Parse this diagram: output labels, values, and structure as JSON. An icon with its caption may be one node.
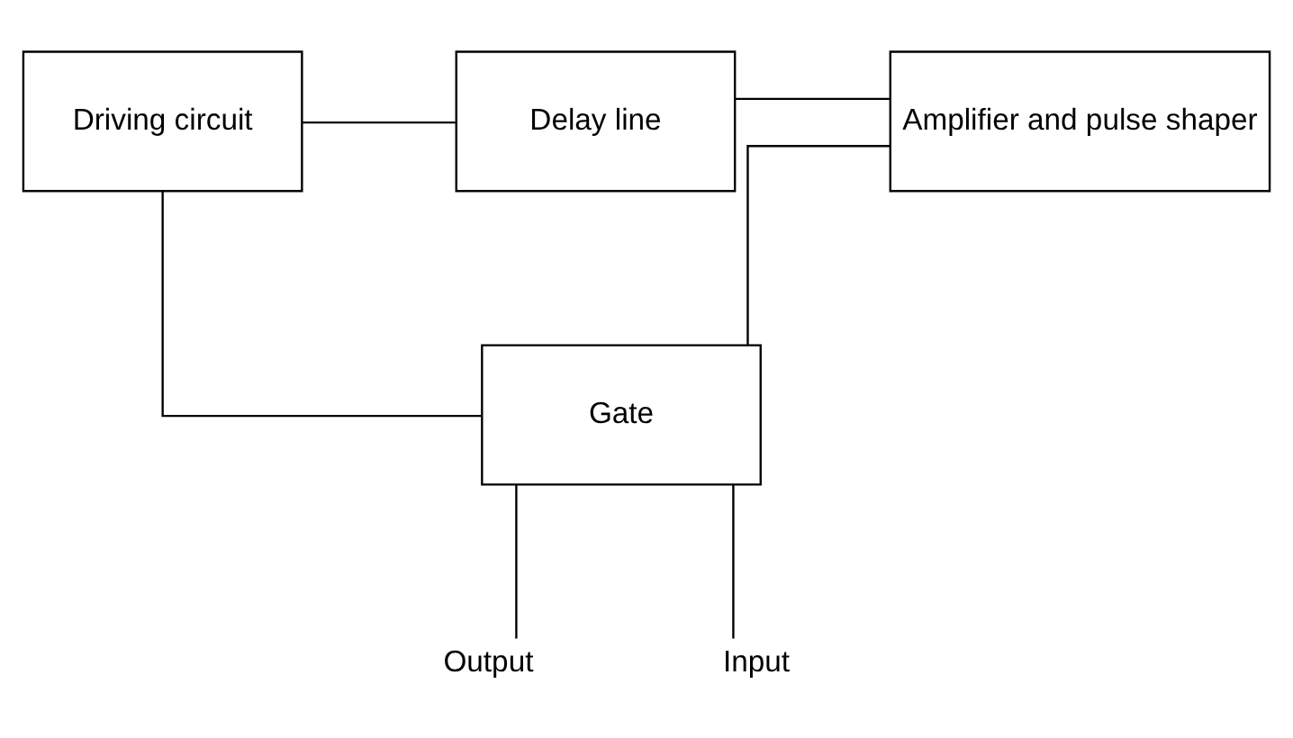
{
  "diagram": {
    "nodes": [
      {
        "text": [
          "Driving circuit"
        ]
      },
      {
        "text": [
          "Delay line"
        ]
      },
      {
        "text": [
          "Amplifier and pulse shaper"
        ]
      },
      {
        "text": [
          "Gate"
        ]
      },
      {
        "text": [
          "Output"
        ]
      },
      {
        "text": [
          "Input"
        ]
      }
    ],
    "edges": [
      {
        "from": 0,
        "to": 1,
        "arrow": "none"
      },
      {
        "from": 1,
        "to": 2,
        "arrow": "none"
      },
      {
        "from": 2,
        "to": 3,
        "arrow": "none"
      },
      {
        "from": 3,
        "to": 0,
        "arrow": "none"
      },
      {
        "from": 3,
        "to": 4,
        "arrow": "none"
      },
      {
        "from": 5,
        "to": 3,
        "arrow": "none"
      }
    ]
  }
}
